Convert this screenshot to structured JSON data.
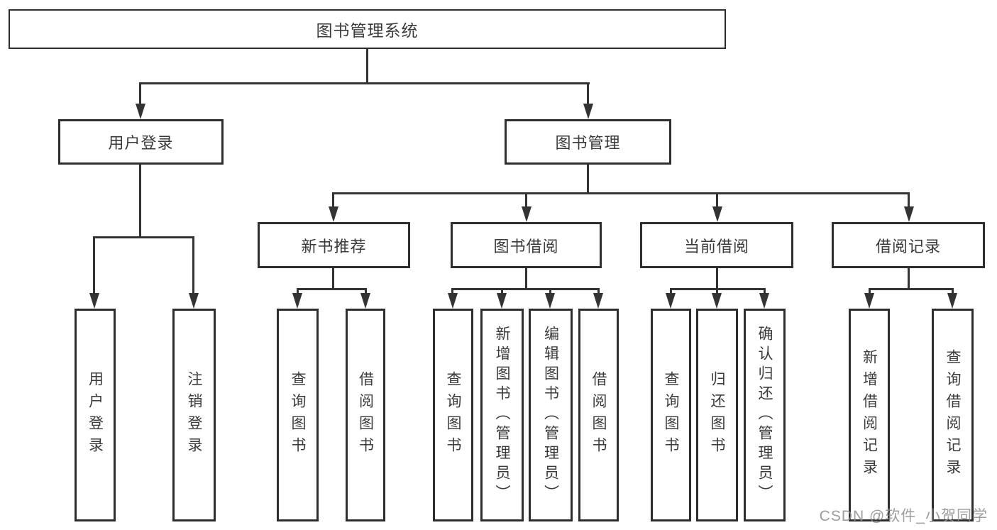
{
  "diagram": {
    "type": "hierarchy-tree",
    "root": {
      "label": "图书管理系统"
    },
    "branches": [
      {
        "label": "用户登录",
        "children": [
          {
            "label": "用户登录"
          },
          {
            "label": "注销登录"
          }
        ]
      },
      {
        "label": "图书管理",
        "children": [
          {
            "label": "新书推荐",
            "children": [
              {
                "label": "查询图书"
              },
              {
                "label": "借阅图书"
              }
            ]
          },
          {
            "label": "图书借阅",
            "children": [
              {
                "label": "查询图书"
              },
              {
                "label": "新增图书（管理员）"
              },
              {
                "label": "编辑图书（管理员）"
              },
              {
                "label": "借阅图书"
              }
            ]
          },
          {
            "label": "当前借阅",
            "children": [
              {
                "label": "查询图书"
              },
              {
                "label": "归还图书"
              },
              {
                "label": "确认归还（管理员）"
              }
            ]
          },
          {
            "label": "借阅记录",
            "children": [
              {
                "label": "新增借阅记录"
              },
              {
                "label": "查询借阅记录"
              }
            ]
          }
        ]
      }
    ]
  },
  "watermark": {
    "text": "CSDN @软件_小贺同学"
  },
  "colors": {
    "line": "#333333",
    "box_border": "#2e2e2e",
    "text": "#3a3a3a",
    "watermark": "#8c8c8c",
    "background": "#ffffff"
  }
}
